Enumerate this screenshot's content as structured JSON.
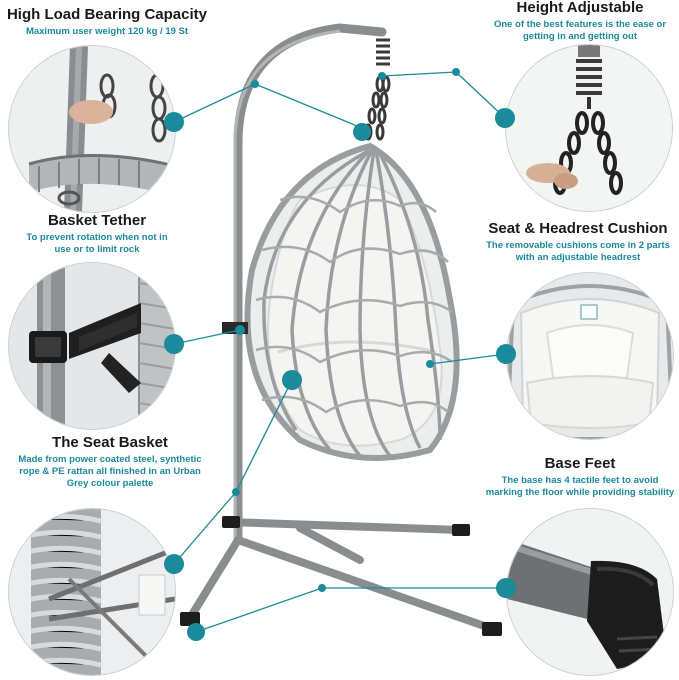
{
  "features": [
    {
      "id": "load",
      "title": "High Load Bearing Capacity",
      "desc": "Maximum user weight 120 kg / 19 St"
    },
    {
      "id": "height",
      "title": "Height Adjustable",
      "desc": "One of the best features is the ease or getting in and getting out"
    },
    {
      "id": "tether",
      "title": "Basket Tether",
      "desc": "To prevent rotation when not in use or to limit rock"
    },
    {
      "id": "cushion",
      "title": "Seat & Headrest Cushion",
      "desc": "The removable cushions come in 2 parts with an adjustable headrest"
    },
    {
      "id": "basket",
      "title": "The Seat Basket",
      "desc": "Made from power coated steel, synthetic rope & PE rattan all finished in an Urban Grey colour palette"
    },
    {
      "id": "feet",
      "title": "Base Feet",
      "desc": "The base has 4 tactile feet to avoid marking the floor while providing stability"
    }
  ],
  "colors": {
    "accent": "#1b8a9a",
    "frame": "#8a8d90",
    "rattan": "#9a9d9f",
    "cushion": "#f4f4f2",
    "title": "#1a1a1a"
  },
  "icons": [
    "hook-chain-detail",
    "hanging-chain-spring-detail",
    "tether-strap-detail",
    "cushion-detail",
    "rattan-weave-detail",
    "foot-cap-detail"
  ]
}
